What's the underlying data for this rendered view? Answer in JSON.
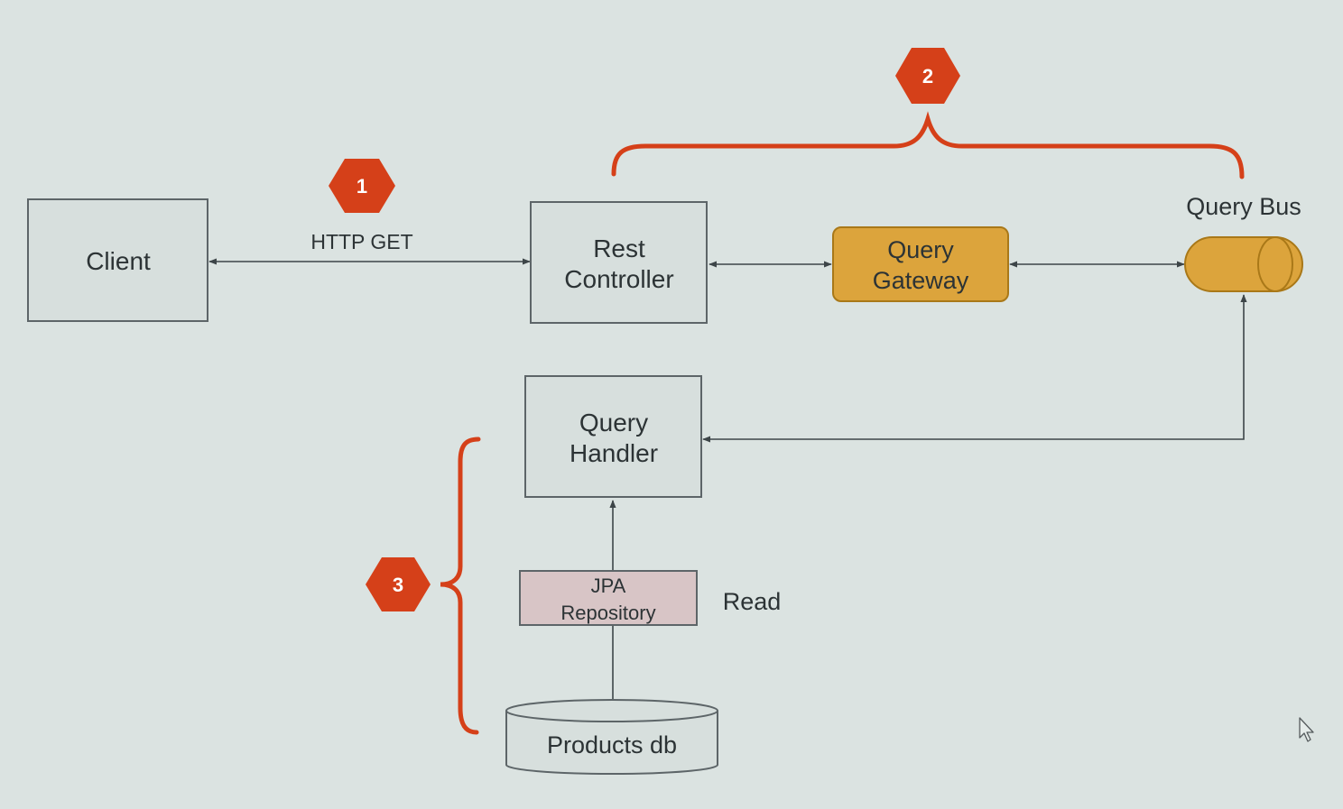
{
  "nodes": {
    "client": "Client",
    "rest_controller": [
      "Rest",
      "Controller"
    ],
    "query_gateway": [
      "Query",
      "Gateway"
    ],
    "query_bus": "Query Bus",
    "query_handler": [
      "Query",
      "Handler"
    ],
    "jpa_repository": [
      "JPA",
      "Repository"
    ],
    "products_db": "Products db"
  },
  "edges": {
    "http_get": "HTTP GET",
    "read": "Read"
  },
  "markers": [
    "1",
    "2",
    "3"
  ],
  "colors": {
    "background": "#dbe3e1",
    "box_fill": "#d7dfdd",
    "box_stroke": "#5d6568",
    "gateway_fill": "#dca43c",
    "gateway_stroke": "#a97818",
    "repo_fill": "#d8c5c6",
    "accent": "#d54019",
    "text": "#2c3335"
  },
  "icons": {
    "cursor": "mouse-pointer-icon"
  }
}
